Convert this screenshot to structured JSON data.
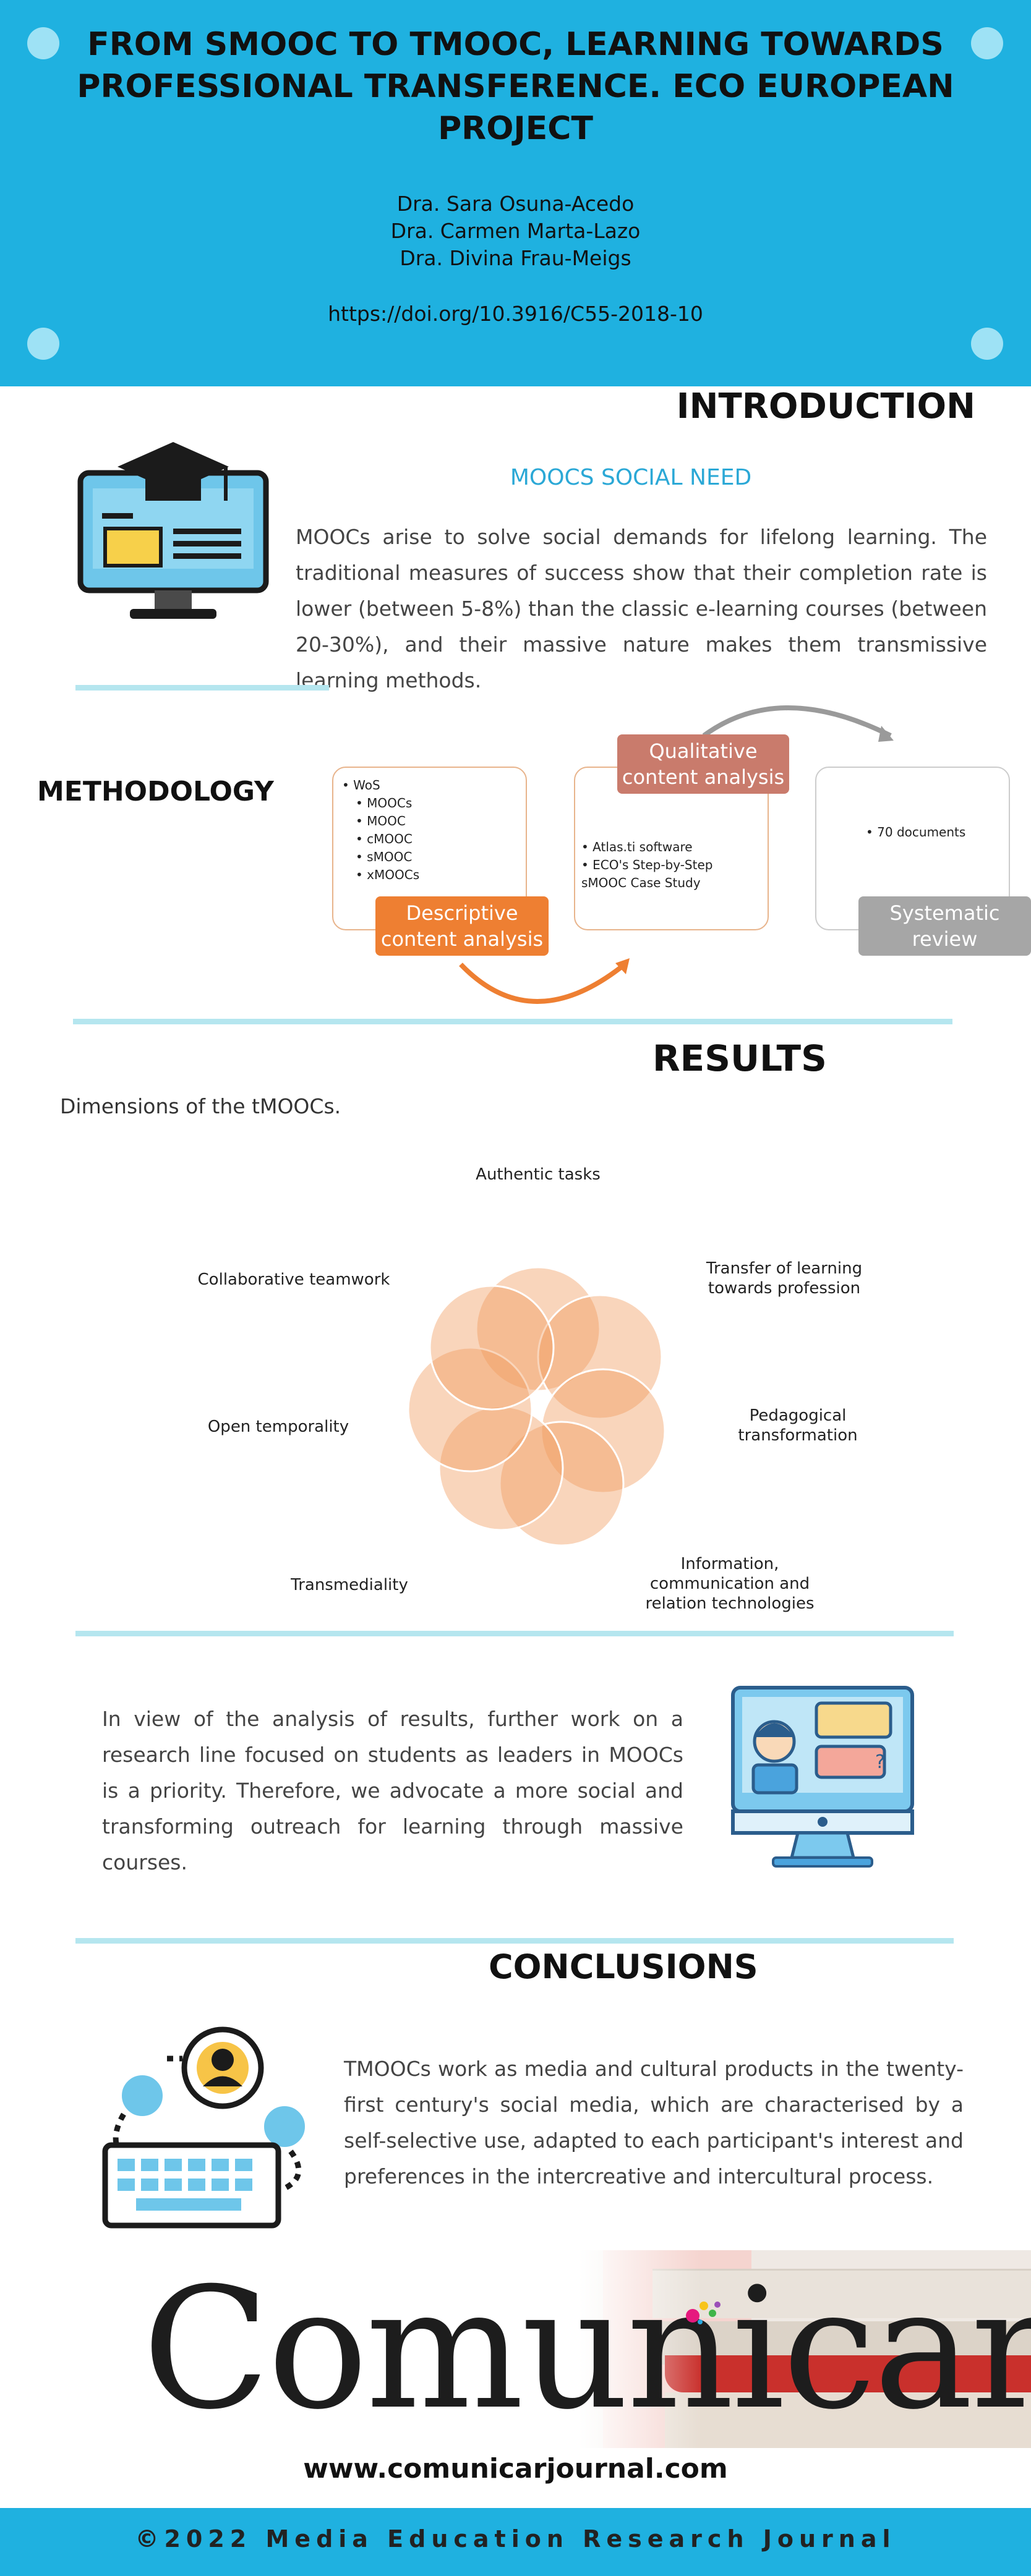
{
  "header": {
    "title": "FROM SMOOC TO TMOOC, LEARNING TOWARDS PROFESSIONAL TRANSFERENCE. ECO EUROPEAN PROJECT",
    "authors": [
      "Dra. Sara Osuna-Acedo",
      "Dra. Carmen Marta-Lazo",
      "Dra. Divina Frau-Meigs"
    ],
    "doi": "https://doi.org/10.3916/C55-2018-10"
  },
  "introduction": {
    "heading": "INTRODUCTION",
    "subheading": "MOOCS SOCIAL NEED",
    "text": "MOOCs arise to solve social demands for lifelong learning. The traditional measures of success show that their completion rate is lower (between 5-8%) than the classic e-learning courses (between 20-30%), and their massive nature makes them transmissive learning methods.",
    "icon": "computer-graduation-cap-icon"
  },
  "methodology": {
    "heading": "METHODOLOGY",
    "box1_items": [
      "WoS",
      "MOOCs",
      "MOOC",
      "cMOOC",
      "sMOOC",
      "xMOOCs"
    ],
    "box2_items": [
      "Atlas.ti software",
      "ECO's Step-by-Step sMOOC Case Study"
    ],
    "box3_items": [
      "70 documents"
    ],
    "label1": "Descriptive content analysis",
    "label2": "Qualitative content analysis",
    "label3": "Systematic review",
    "colors": {
      "orange": "#ee7f32",
      "rose": "#c97b6c",
      "gray": "#a6a6a6"
    }
  },
  "results": {
    "heading": "RESULTS",
    "intro": "Dimensions of the tMOOCs.",
    "dimensions": {
      "authentic": "Authentic tasks",
      "transfer": "Transfer of learning towards profession",
      "pedagogical": "Pedagogical transformation",
      "ict": "Information, communication and relation technologies",
      "transmediality": "Transmediality",
      "temporality": "Open temporality",
      "teamwork": "Collaborative teamwork"
    },
    "text": "In view of the analysis of results, further work on a research line focused on students as leaders in MOOCs is a priority. Therefore, we advocate a more social and transforming outreach for learning through massive courses.",
    "icon": "monitor-chat-icon"
  },
  "conclusions": {
    "heading": "CONCLUSIONS",
    "text": "TMOOCs work as media and cultural products in the twenty-first century's social media, which are characterised by a self-selective use, adapted to each participant's interest and preferences in the intercreative and intercultural process.",
    "icon": "network-keyboard-icon"
  },
  "branding": {
    "logo": "Comunicar",
    "website": "www.comunicarjournal.com",
    "footer": "©2022 Media Education Research Journal"
  }
}
